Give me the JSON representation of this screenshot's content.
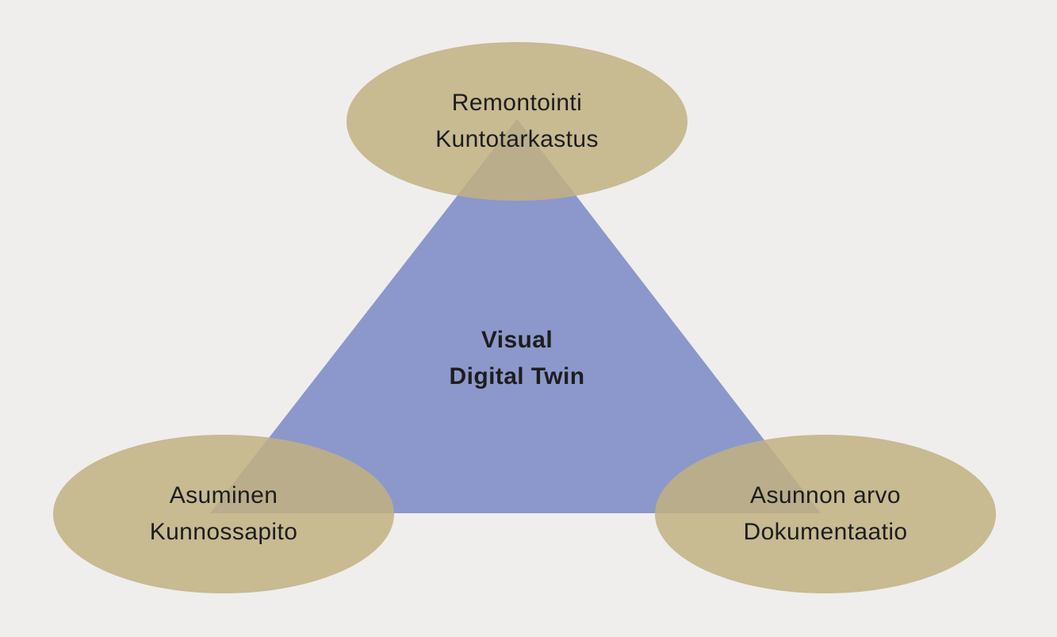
{
  "colors": {
    "background": "#efeeed",
    "triangle": "#8c98cb",
    "ellipse": "#c7b88a",
    "ellipse_rgba": "rgba(193,176,128,0.85)",
    "text": "#1d1d1d"
  },
  "diagram": {
    "triangle": {
      "label_line1": "Visual",
      "label_line2": "Digital Twin"
    },
    "ellipses": [
      {
        "position": "top",
        "line1": "Remontointi",
        "line2": "Kuntotarkastus"
      },
      {
        "position": "bottom-left",
        "line1": "Asuminen",
        "line2": "Kunnossapito"
      },
      {
        "position": "bottom-right",
        "line1": "Asunnon arvo",
        "line2": "Dokumentaatio"
      }
    ]
  }
}
